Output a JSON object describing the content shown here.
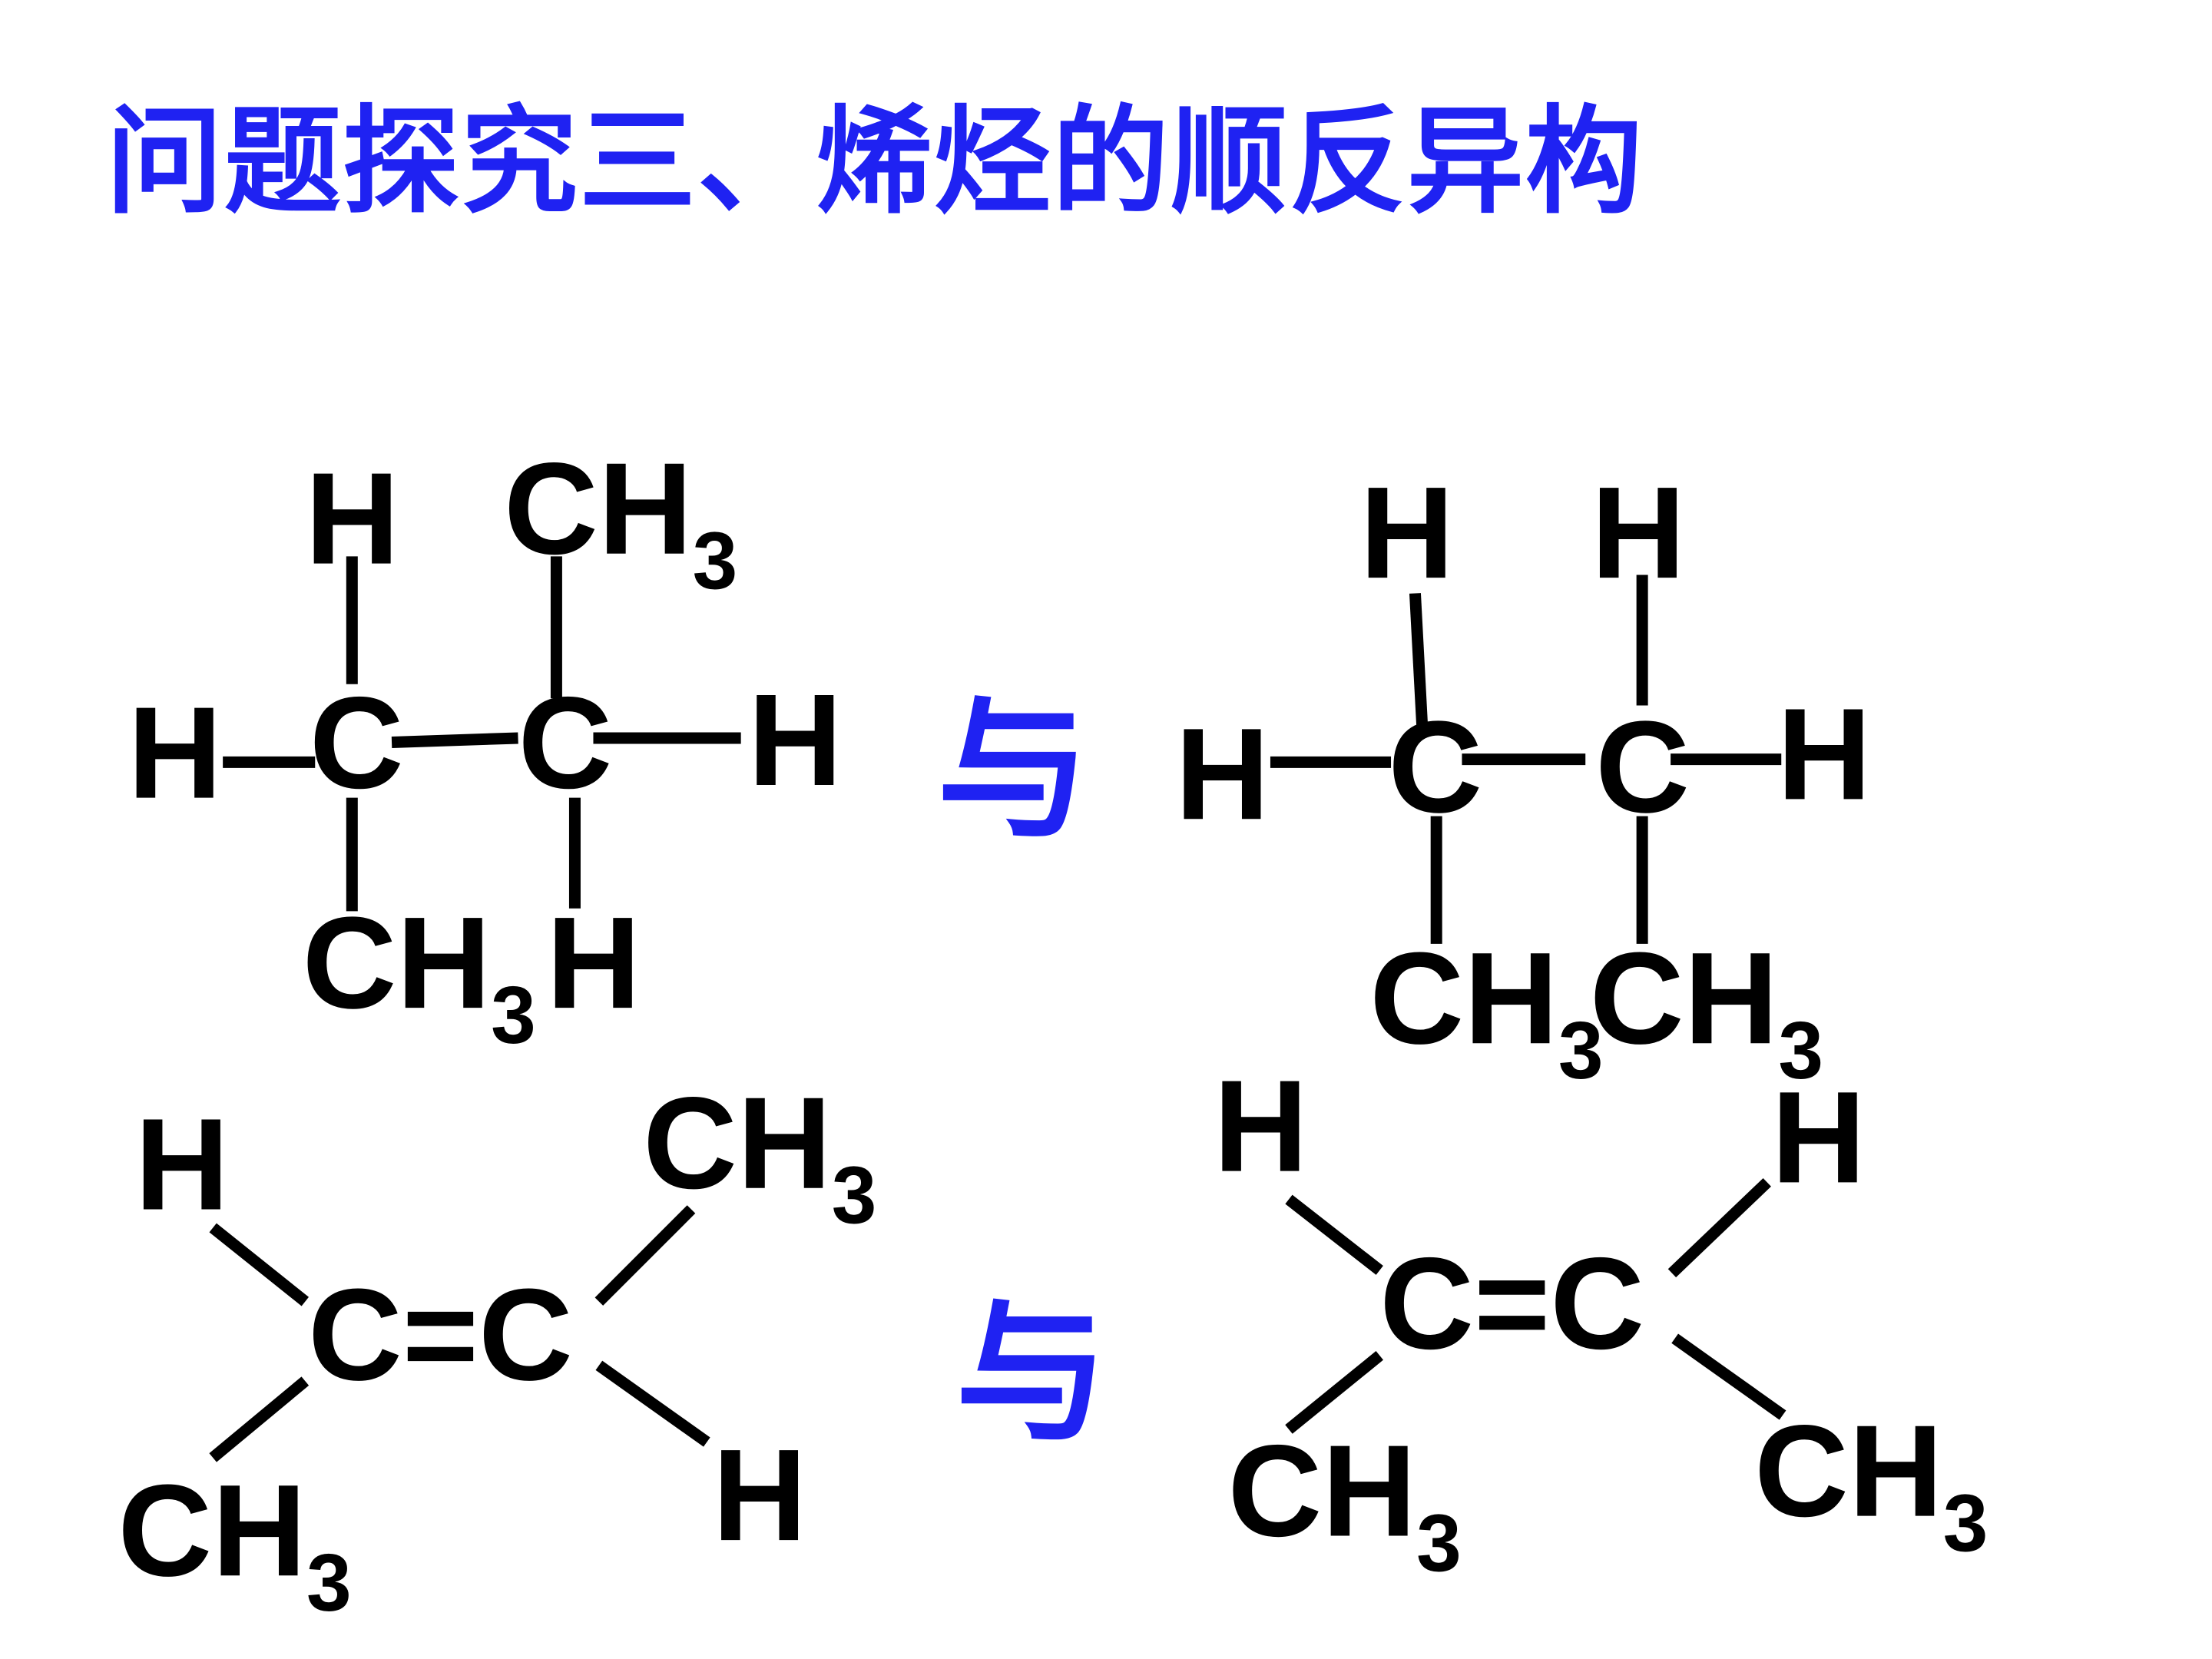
{
  "title": "问题探究三、烯烃的顺反异构",
  "connector_text": "与",
  "colors": {
    "title": "#1f22f2",
    "connector": "#1f22f2",
    "structure": "#000000",
    "background": "#ffffff"
  },
  "structures": [
    {
      "id": "ethane-1",
      "labels": [
        "H",
        "CH3",
        "H",
        "C",
        "C",
        "H",
        "CH3",
        "H"
      ]
    },
    {
      "id": "ethane-2",
      "labels": [
        "H",
        "H",
        "H",
        "C",
        "C",
        "H",
        "CH3",
        "CH3"
      ]
    },
    {
      "id": "alkene-1",
      "labels": [
        "H",
        "CH3",
        "C=C",
        "CH3",
        "H"
      ]
    },
    {
      "id": "alkene-2",
      "labels": [
        "H",
        "H",
        "C=C",
        "CH3",
        "CH3"
      ]
    }
  ]
}
